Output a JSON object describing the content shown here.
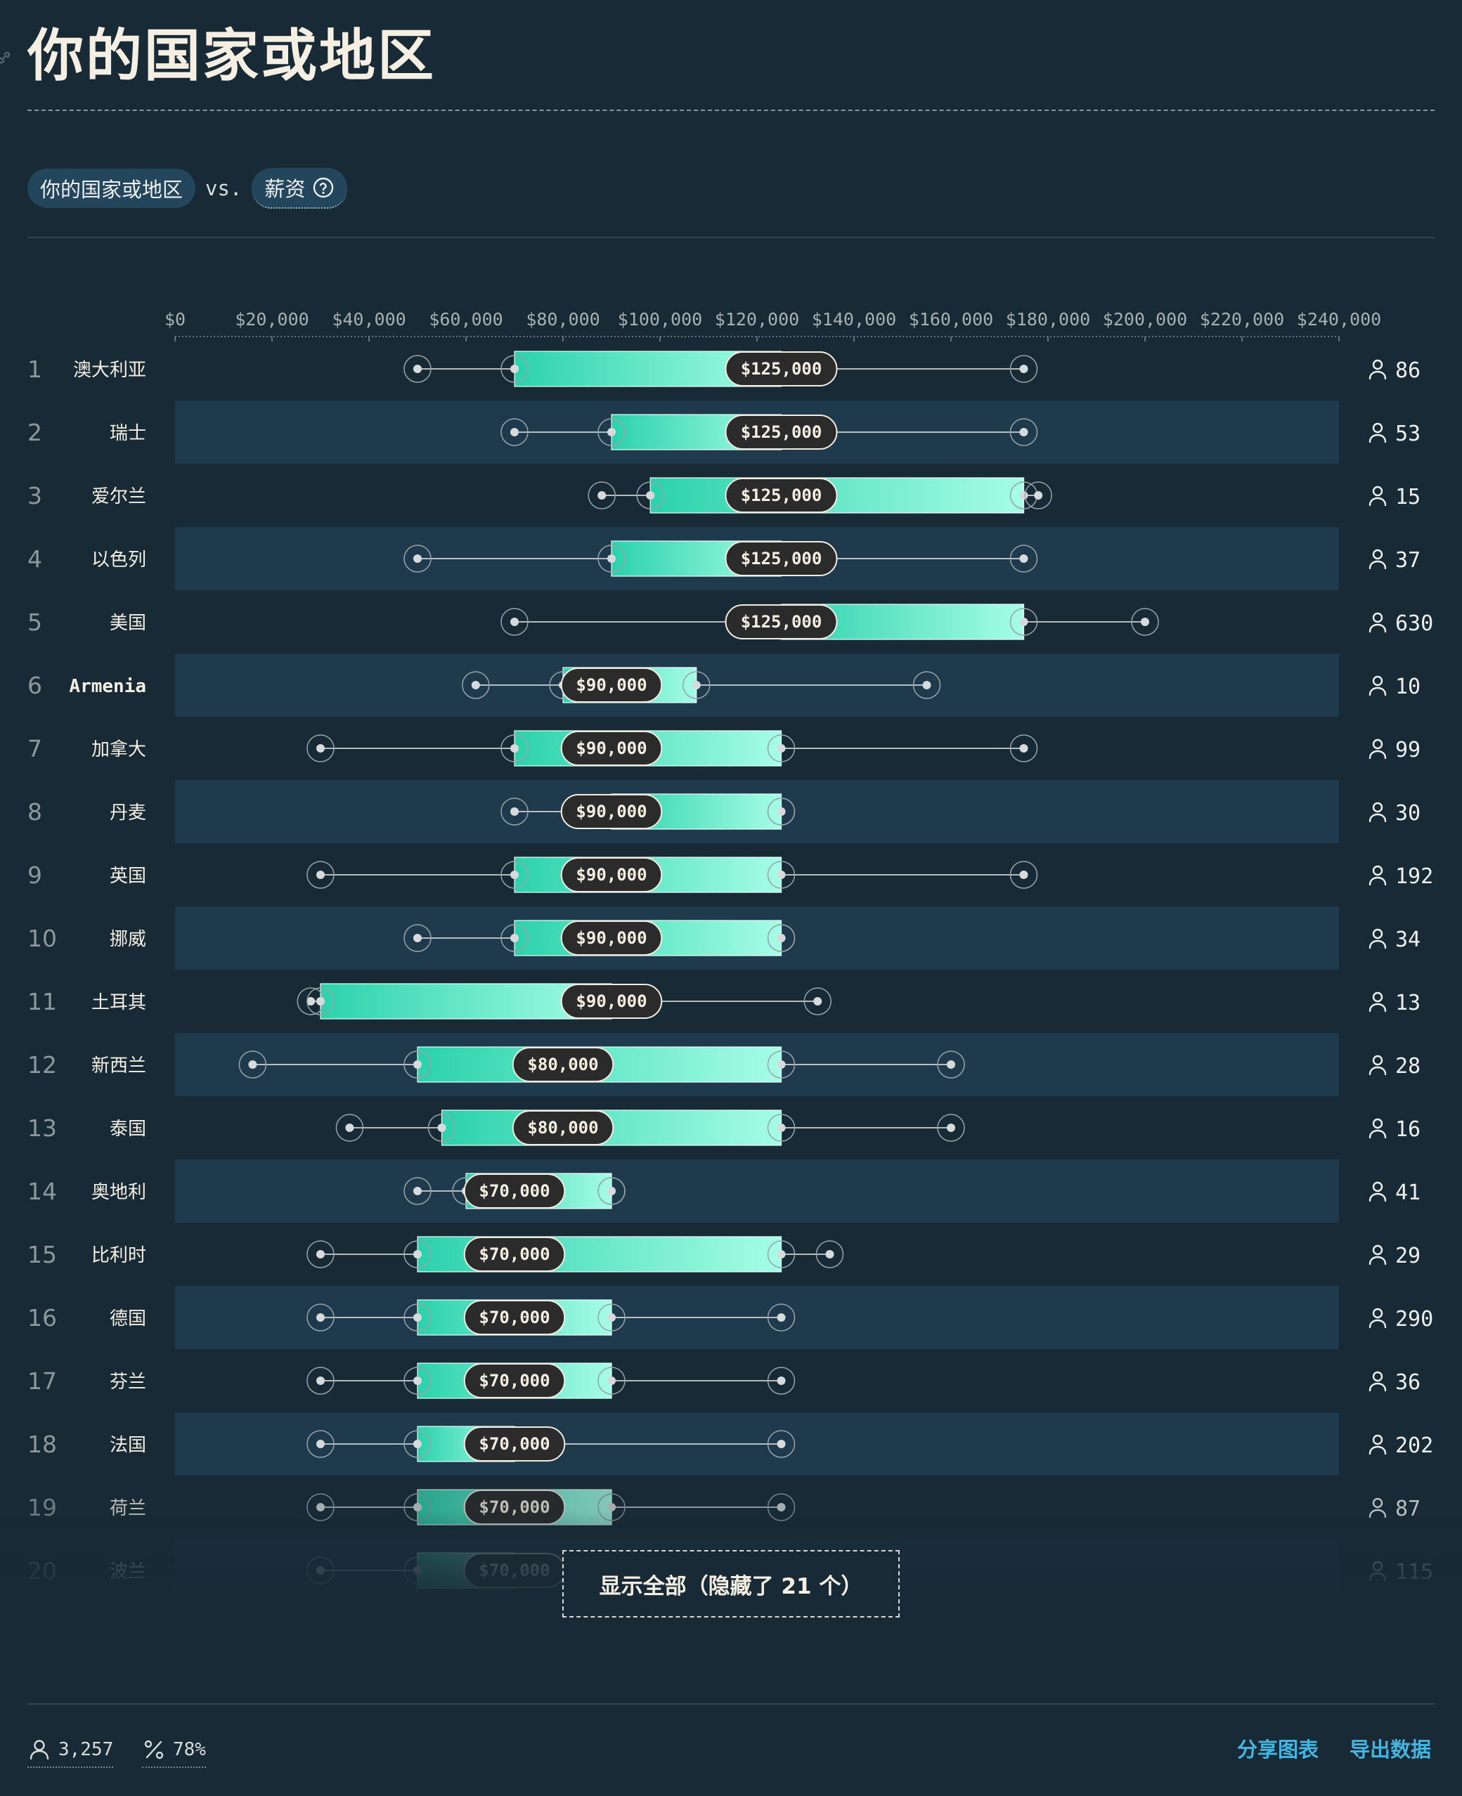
{
  "header": {
    "title": "你的国家或地区",
    "selector_primary": "你的国家或地区",
    "selector_vs": "vs.",
    "selector_secondary": "薪资"
  },
  "chart_data": {
    "type": "box",
    "xlim": [
      0,
      240000
    ],
    "x_ticks": [
      "$0",
      "$20,000",
      "$40,000",
      "$60,000",
      "$80,000",
      "$100,000",
      "$120,000",
      "$140,000",
      "$160,000",
      "$180,000",
      "$200,000",
      "$220,000",
      "$240,000"
    ],
    "rows": [
      {
        "rank": "1",
        "name": "澳大利亚",
        "min": 50000,
        "q1": 70000,
        "median": 125000,
        "q3": 125000,
        "max": 175000,
        "label": "$125,000",
        "count": "86"
      },
      {
        "rank": "2",
        "name": "瑞士",
        "min": 70000,
        "q1": 90000,
        "median": 125000,
        "q3": 125000,
        "max": 175000,
        "label": "$125,000",
        "count": "53"
      },
      {
        "rank": "3",
        "name": "爱尔兰",
        "min": 88000,
        "q1": 98000,
        "median": 125000,
        "q3": 175000,
        "max": 178000,
        "label": "$125,000",
        "count": "15"
      },
      {
        "rank": "4",
        "name": "以色列",
        "min": 50000,
        "q1": 90000,
        "median": 125000,
        "q3": 125000,
        "max": 175000,
        "label": "$125,000",
        "count": "37"
      },
      {
        "rank": "5",
        "name": "美国",
        "min": 70000,
        "q1": 125000,
        "median": 125000,
        "q3": 175000,
        "max": 200000,
        "label": "$125,000",
        "count": "630"
      },
      {
        "rank": "6",
        "name": "Armenia",
        "min": 62000,
        "q1": 80000,
        "median": 90000,
        "q3": 107500,
        "max": 155000,
        "label": "$90,000",
        "count": "10"
      },
      {
        "rank": "7",
        "name": "加拿大",
        "min": 30000,
        "q1": 70000,
        "median": 90000,
        "q3": 125000,
        "max": 175000,
        "label": "$90,000",
        "count": "99"
      },
      {
        "rank": "8",
        "name": "丹麦",
        "min": 70000,
        "q1": 90000,
        "median": 90000,
        "q3": 125000,
        "max": 125000,
        "label": "$90,000",
        "count": "30"
      },
      {
        "rank": "9",
        "name": "英国",
        "min": 30000,
        "q1": 70000,
        "median": 90000,
        "q3": 125000,
        "max": 175000,
        "label": "$90,000",
        "count": "192"
      },
      {
        "rank": "10",
        "name": "挪威",
        "min": 50000,
        "q1": 70000,
        "median": 90000,
        "q3": 125000,
        "max": 125000,
        "label": "$90,000",
        "count": "34"
      },
      {
        "rank": "11",
        "name": "土耳其",
        "min": 28000,
        "q1": 30000,
        "median": 90000,
        "q3": 90000,
        "max": 132500,
        "label": "$90,000",
        "count": "13"
      },
      {
        "rank": "12",
        "name": "新西兰",
        "min": 16000,
        "q1": 50000,
        "median": 80000,
        "q3": 125000,
        "max": 160000,
        "label": "$80,000",
        "count": "28"
      },
      {
        "rank": "13",
        "name": "泰国",
        "min": 36000,
        "q1": 55000,
        "median": 80000,
        "q3": 125000,
        "max": 160000,
        "label": "$80,000",
        "count": "16"
      },
      {
        "rank": "14",
        "name": "奥地利",
        "min": 50000,
        "q1": 60000,
        "median": 70000,
        "q3": 90000,
        "max": 90000,
        "label": "$70,000",
        "count": "41"
      },
      {
        "rank": "15",
        "name": "比利时",
        "min": 30000,
        "q1": 50000,
        "median": 70000,
        "q3": 125000,
        "max": 135000,
        "label": "$70,000",
        "count": "29"
      },
      {
        "rank": "16",
        "name": "德国",
        "min": 30000,
        "q1": 50000,
        "median": 70000,
        "q3": 90000,
        "max": 125000,
        "label": "$70,000",
        "count": "290"
      },
      {
        "rank": "17",
        "name": "芬兰",
        "min": 30000,
        "q1": 50000,
        "median": 70000,
        "q3": 90000,
        "max": 125000,
        "label": "$70,000",
        "count": "36"
      },
      {
        "rank": "18",
        "name": "法国",
        "min": 30000,
        "q1": 50000,
        "median": 70000,
        "q3": 70000,
        "max": 125000,
        "label": "$70,000",
        "count": "202"
      },
      {
        "rank": "19",
        "name": "荷兰",
        "min": 30000,
        "q1": 50000,
        "median": 70000,
        "q3": 90000,
        "max": 125000,
        "label": "$70,000",
        "count": "87"
      },
      {
        "rank": "20",
        "name": "波兰",
        "min": 30000,
        "q1": 50000,
        "median": 70000,
        "q3": 70000,
        "max": 125000,
        "label": "$70,000",
        "count": "115"
      }
    ]
  },
  "show_all_button": "显示全部（隐藏了 21 个）",
  "footer": {
    "respondents": "3,257",
    "percent": "78%",
    "share_label": "分享图表",
    "export_label": "导出数据"
  },
  "colors": {
    "background": "#182a35",
    "row_band": "#1f3a4c",
    "box_start": "#2bd2ac",
    "box_end": "#a6fde6",
    "pill_dark": "#2b2b2b"
  }
}
